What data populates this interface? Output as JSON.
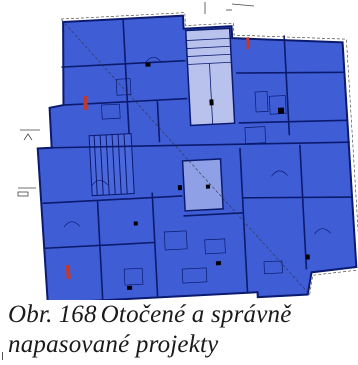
{
  "figure": {
    "plan_fill_color": "#3f5ed6",
    "plan_line_color": "#0b1a6e",
    "stair_fill_color": "#b9c2ec",
    "room_marker_color": "#c0392b"
  },
  "caption": {
    "label": "Obr.",
    "number": "168",
    "line1_text": "Otočené a správně",
    "line2_text": "napasované projekty"
  }
}
